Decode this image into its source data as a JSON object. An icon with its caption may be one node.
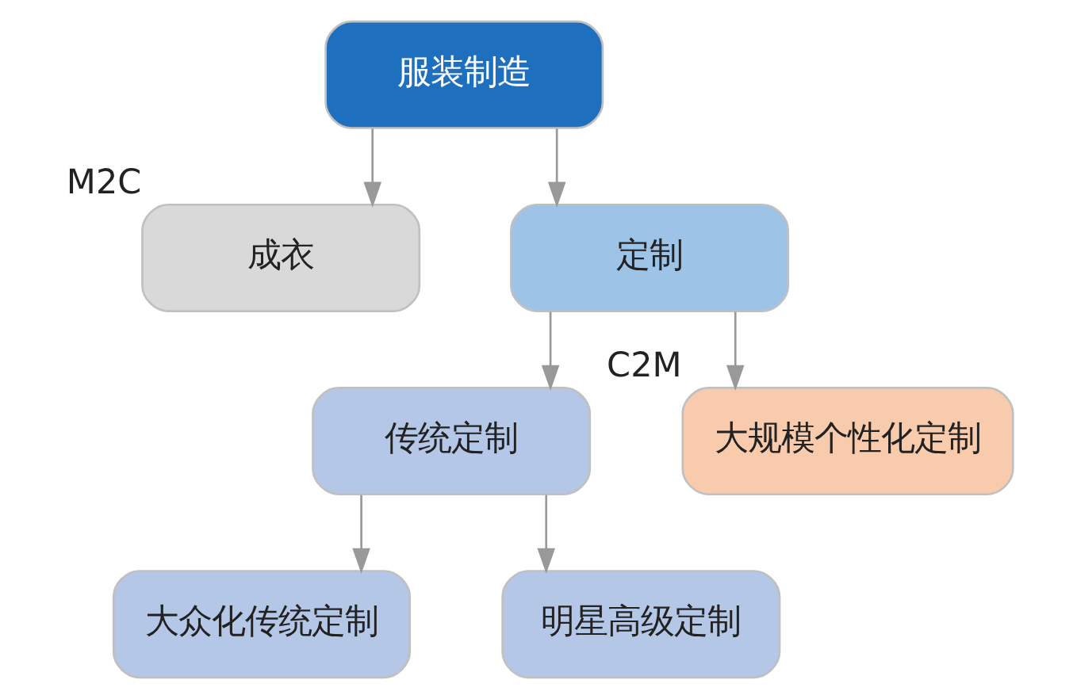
{
  "diagram": {
    "nodes": [
      {
        "text": [
          "服装制造"
        ]
      },
      {
        "text": [
          "成衣"
        ],
        "beside": [
          "M2C"
        ]
      },
      {
        "text": [
          "定制"
        ]
      },
      {
        "text": [
          "传统定制"
        ]
      },
      {
        "text": [
          "大规模个性化定制"
        ],
        "beside": [
          "C2M"
        ]
      },
      {
        "text": [
          "大众化传统定制"
        ]
      },
      {
        "text": [
          "明星高级定制"
        ]
      }
    ],
    "edges": [
      {
        "from": 0,
        "to": 1,
        "arrow": "to"
      },
      {
        "from": 0,
        "to": 2,
        "arrow": "to"
      },
      {
        "from": 2,
        "to": 3,
        "arrow": "to"
      },
      {
        "from": 2,
        "to": 4,
        "arrow": "to"
      },
      {
        "from": 3,
        "to": 5,
        "arrow": "to"
      },
      {
        "from": 3,
        "to": 6,
        "arrow": "to"
      }
    ]
  }
}
